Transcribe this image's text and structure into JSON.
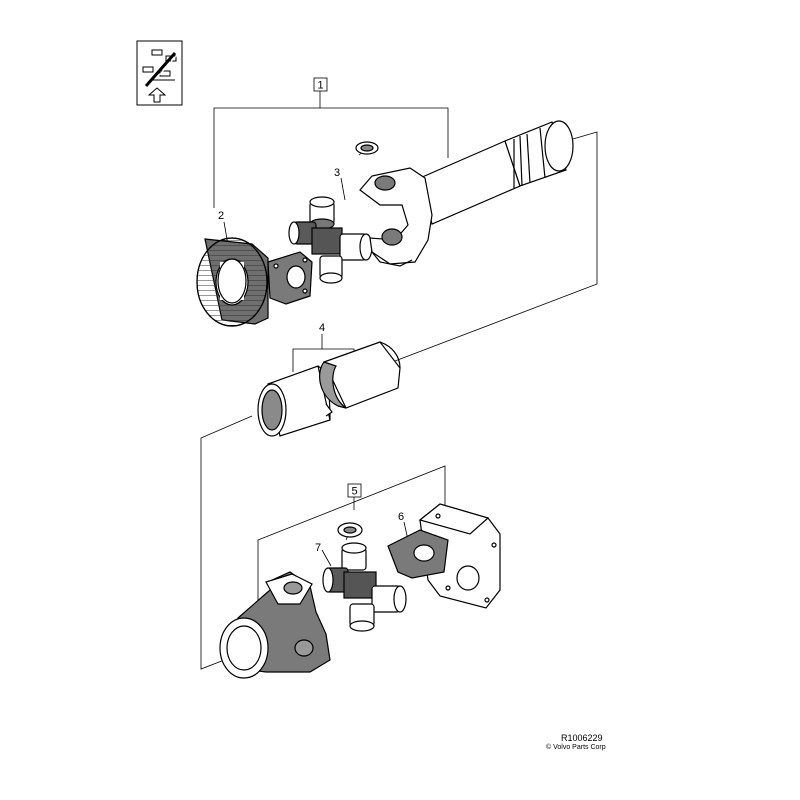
{
  "callouts": {
    "c1": "1",
    "c2": "2",
    "c3": "3",
    "c4": "4",
    "c5": "5",
    "c6": "6",
    "c7": "7"
  },
  "footer": {
    "ref_id": "R1006229",
    "copyright": "© Volvo Parts Corp"
  },
  "icon": "propeller-shaft-location-icon"
}
